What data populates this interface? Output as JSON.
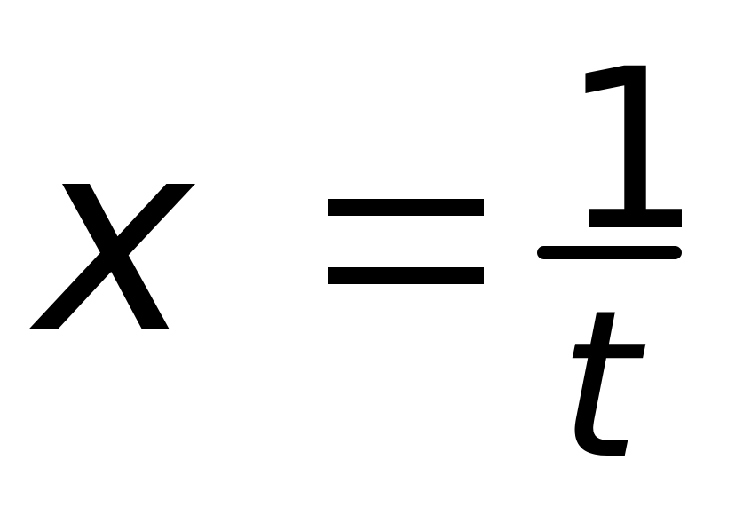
{
  "equation": {
    "lhs_variable": "x",
    "relation": "=",
    "rhs_numerator": "1",
    "rhs_denominator": "t"
  },
  "colors": {
    "background": "#ffffff",
    "ink": "#000000"
  }
}
